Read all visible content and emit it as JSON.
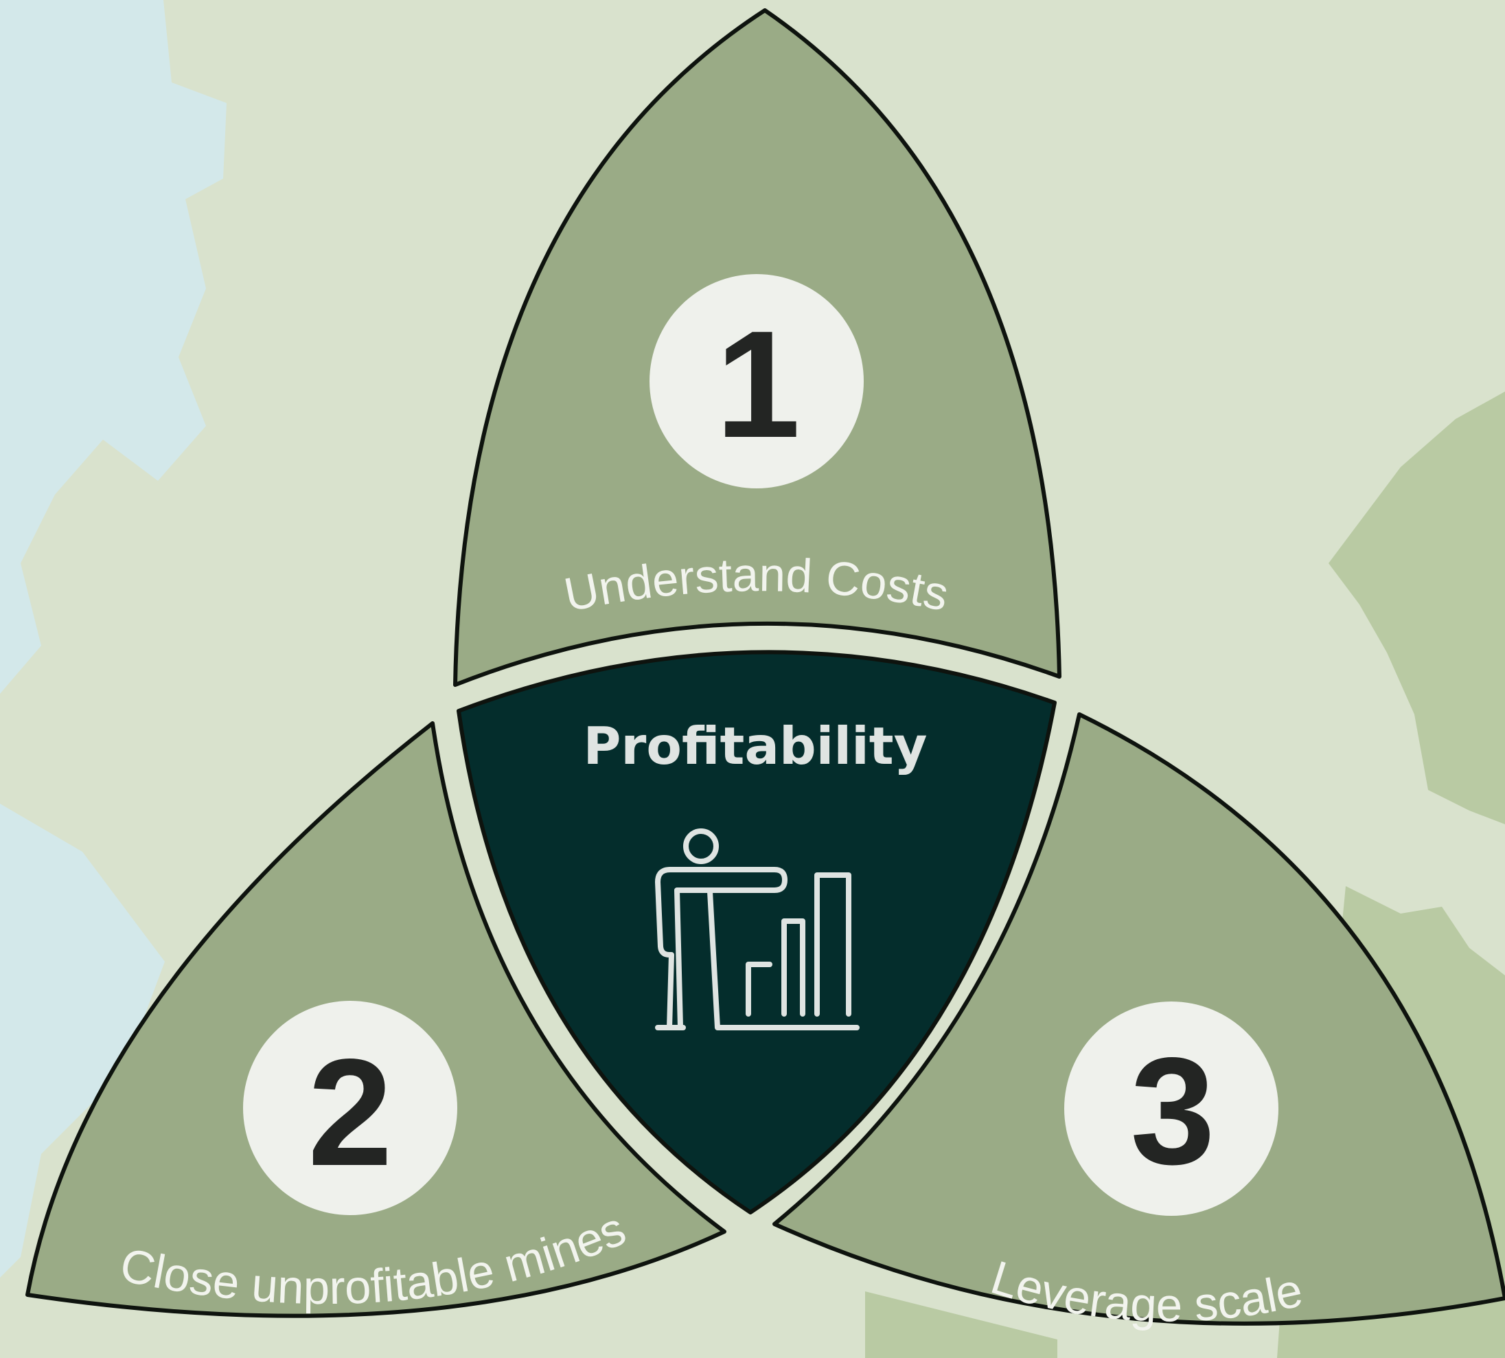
{
  "diagram": {
    "center": {
      "title": "Profitability",
      "icon": "presentation-chart-icon"
    },
    "petals": [
      {
        "number": "1",
        "label": "Understand Costs"
      },
      {
        "number": "2",
        "label": "Close unprofitable mines"
      },
      {
        "number": "3",
        "label": "Leverage scale"
      }
    ]
  },
  "colors": {
    "background": "#d9e2cd",
    "water": "#d3e8ea",
    "land_highlight": "#b3c69b",
    "petal_fill": "#9aab86",
    "center_fill": "#042d2c",
    "outline": "#0e130e",
    "circle_fill": "#eff1ec",
    "number_text": "#232523",
    "label_text": "#f2f4ee",
    "center_text": "#dfe4e2"
  }
}
